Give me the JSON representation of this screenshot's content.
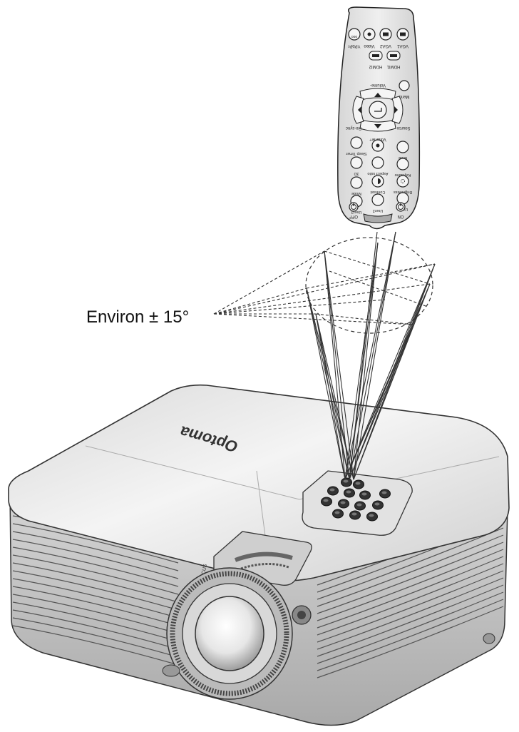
{
  "angle_label": "Environ ± 15°",
  "brand": "Optoma",
  "remote": {
    "row1": [
      "VGA1",
      "VGA2",
      "Video",
      "YPbPr"
    ],
    "row2": [
      "HDMI1",
      "HDMI2"
    ],
    "labels": {
      "menu": "Menu",
      "volume_minus": "Volume-",
      "volume_plus": "Volume+",
      "source": "Source",
      "resync": "Re-sync",
      "mute": "Mute",
      "sleep_timer": "Sleep Timer",
      "keystone": "Keystone",
      "aspect_ratio": "Aspect ratio",
      "three_d": "3D",
      "brightness": "Brightness",
      "contrast": "Contrast",
      "mode": "Mode",
      "user1": "User1",
      "user2": "User2",
      "user3": "User3",
      "on": "ON",
      "off": "OFF"
    }
  },
  "projector": {
    "focus_label": "FOCUS"
  }
}
